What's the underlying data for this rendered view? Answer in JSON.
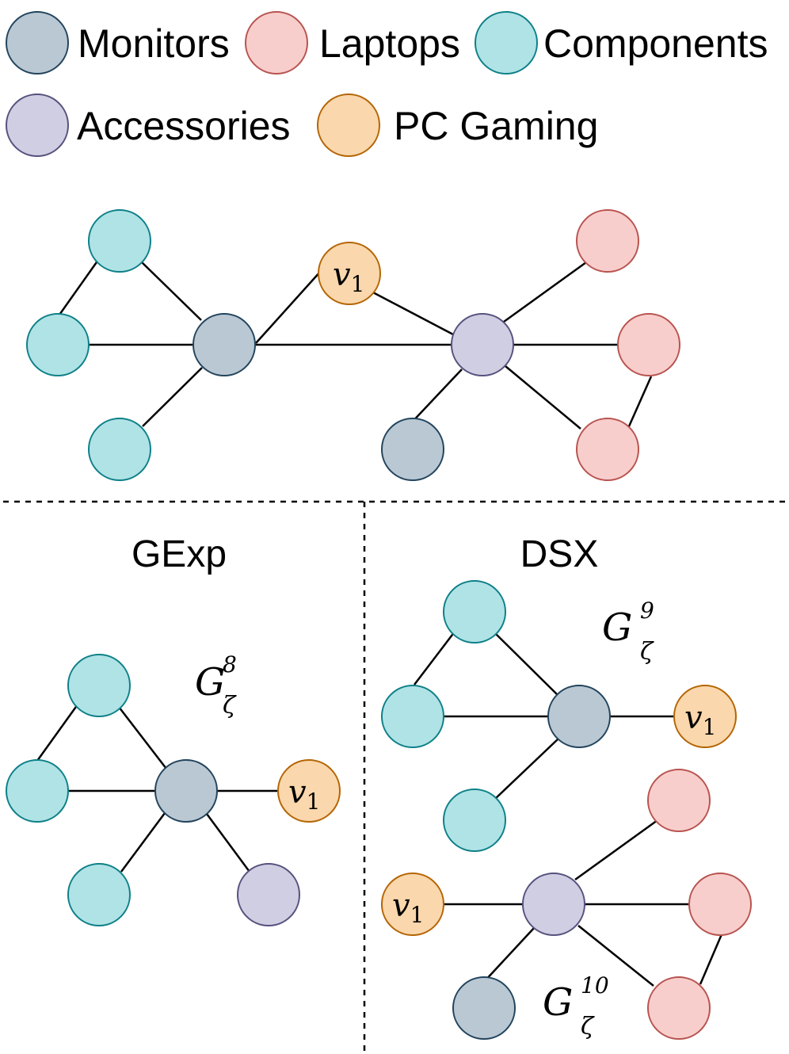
{
  "legend": {
    "items": [
      {
        "key": "monitors",
        "label": "Monitors",
        "fill": "#b9c8d3",
        "stroke": "#23445d"
      },
      {
        "key": "laptops",
        "label": "Laptops",
        "fill": "#f8cecc",
        "stroke": "#b85450"
      },
      {
        "key": "components",
        "label": "Components",
        "fill": "#b0e3e6",
        "stroke": "#0e8088"
      },
      {
        "key": "accessories",
        "label": "Accessories",
        "fill": "#d0cee2",
        "stroke": "#56517e"
      },
      {
        "key": "pc_gaming",
        "label": "PC Gaming",
        "fill": "#fad7ac",
        "stroke": "#b46504"
      }
    ]
  },
  "node_label": {
    "base": "v",
    "sub": "1"
  },
  "panels": {
    "gexp": {
      "title": "GExp",
      "graph_label": {
        "base": "G",
        "sup": "8",
        "sub": "ζ"
      }
    },
    "dsx": {
      "title": "DSX",
      "graph_label_top": {
        "base": "G",
        "sup": "9",
        "sub": "ζ"
      },
      "graph_label_bottom": {
        "base": "G",
        "sup": "10",
        "sub": "ζ"
      }
    }
  }
}
